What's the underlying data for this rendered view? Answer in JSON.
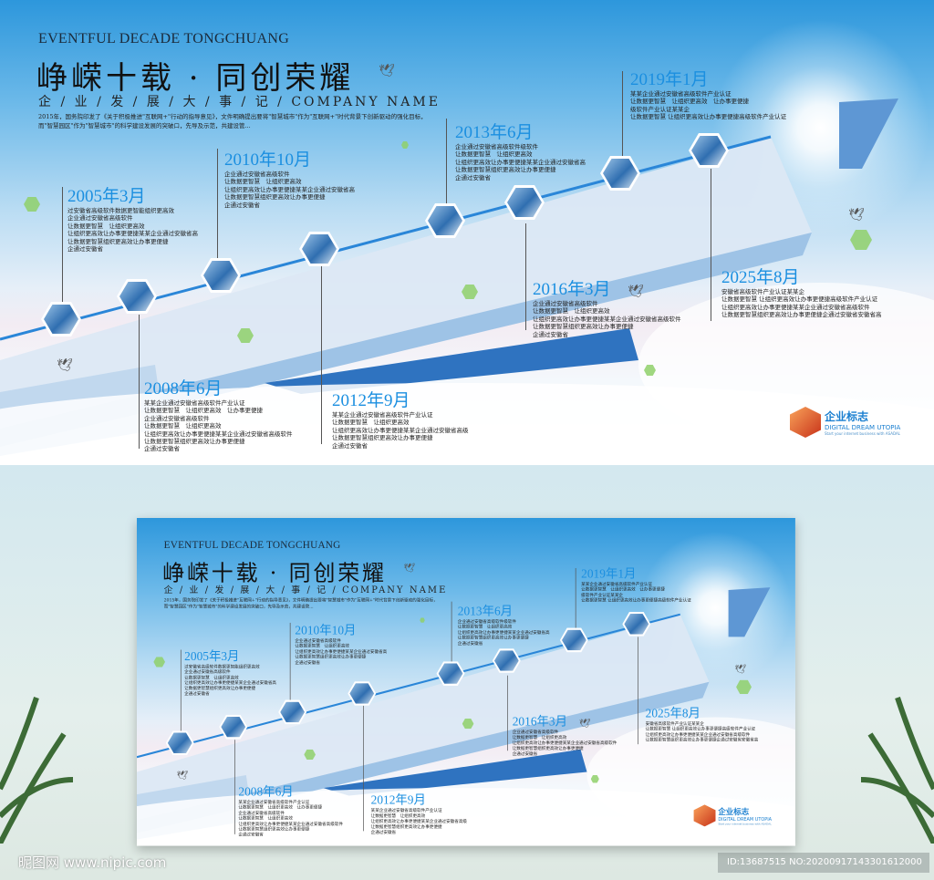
{
  "poster": {
    "en_title": "EVENTFUL DECADE  TONGCHUANG",
    "cn_title": "峥嵘十载 · 同创荣耀",
    "subtitle": "企 / 业 / 发 / 展 / 大 / 事 / 记 / COMPANY NAME",
    "intro": "2015年，国务院印发了《关于积极推进\"互联网+\"行动的指导意见》，文件明确提出要将\"智慧城市\"作为\"互联网+\"时代背景下创新驱动的强化目标，而\"智慧园区\"作为\"智慧城市\"的科学建设发展的突破口，先导及示范，共建设管...",
    "timeline": [
      {
        "year": "2005年3月",
        "lines": [
          "过安徽省高级软件数据更智能组织更高效",
          "企业通过安徽省高级软件",
          "让数据更智慧　让组织更高效",
          "让组织更高效让办事更便捷某某企业通过安徽省高",
          "让数据更智慧组织更高效让办事更便捷",
          "企通过安徽省"
        ]
      },
      {
        "year": "2008年6月",
        "lines": [
          "某某企业通过安徽省高级软件产业认证",
          "让数据更智慧　让组织更高效　让办事更便捷",
          "企业通过安徽省高级软件",
          "让数据更智慧　让组织更高效",
          "让组织更高效让办事更便捷某某企业通过安徽省高级软件",
          "让数据更智慧组织更高效让办事更便捷",
          "企通过安徽省"
        ]
      },
      {
        "year": "2010年10月",
        "lines": [
          "企业通过安徽省高级软件",
          "让数据更智慧　让组织更高效",
          "让组织更高效让办事更便捷某某企业通过安徽省高",
          "让数据更智慧组织更高效让办事更便捷",
          "企通过安徽省"
        ]
      },
      {
        "year": "2012年9月",
        "lines": [
          "某某企业通过安徽省高级软件产业认证",
          "让数据更智慧　让组织更高效",
          "让组织更高效让办事更便捷某某企业通过安徽省高级",
          "让数据更智慧组织更高效让办事更便捷",
          "企通过安徽省"
        ]
      },
      {
        "year": "2013年6月",
        "lines": [
          "企业通过安徽省高级软件级软件",
          "让数据更智慧　让组织更高效",
          "让组织更高效让办事更便捷某某企业通过安徽省高",
          "让数据更智慧组织更高效让办事更便捷",
          "企通过安徽省"
        ]
      },
      {
        "year": "2016年3月",
        "lines": [
          "企业通过安徽省高级软件",
          "让数据更智慧　让组织更高效",
          "让组织更高效让办事更便捷某某企业通过安徽省高级软件",
          "让数据更智慧组织更高效让办事更便捷",
          "企通过安徽省"
        ]
      },
      {
        "year": "2019年1月",
        "lines": [
          "某某企业通过安徽省高级软件产业认证",
          "让数据更智慧　让组织更高效　让办事更便捷",
          "级软件产业认证某某企",
          "让数据更智慧 让组织更高效让办事更便捷高级软件产业认证"
        ]
      },
      {
        "year": "2025年8月",
        "lines": [
          "安徽省高级软件产业认证某某企",
          "让数据更智慧 让组织更高效让办事更便捷高级软件产业认证",
          "让组织更高效让办事更便捷某某企业通过安徽省高级软件",
          "让数据更智慧组织更高效让办事更便捷企通过安徽省安徽省高"
        ]
      }
    ],
    "logo": {
      "name": "企业标志",
      "tagline": "DIGITAL DREAM UTOPIA",
      "slogan": "Start your internet business with ASADAL"
    }
  },
  "watermark": {
    "site": "昵图网 www.nipic.com",
    "id": "ID:13687515 NO:20200917143301612000"
  }
}
